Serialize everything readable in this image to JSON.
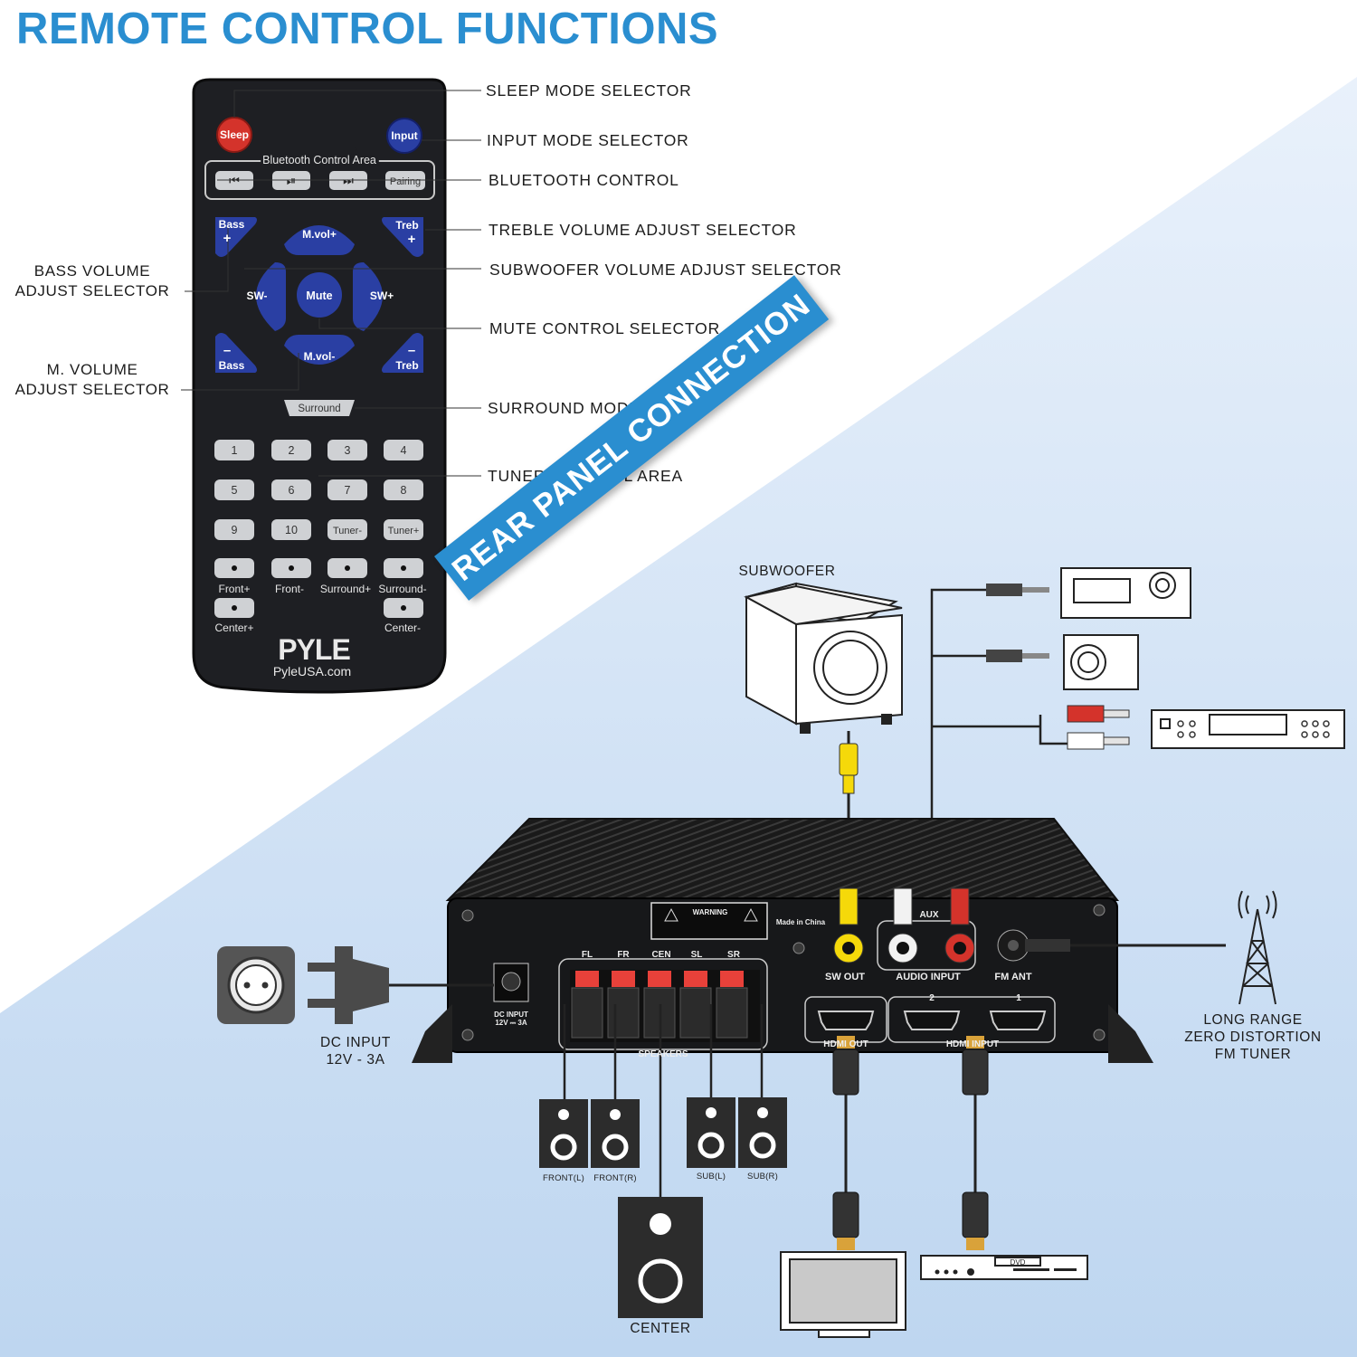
{
  "title": "REMOTE CONTROL FUNCTIONS",
  "banner": "REAR PANEL CONNECTION",
  "remote": {
    "sleep": "Sleep",
    "input": "Input",
    "bt_area": "Bluetooth Control Area",
    "pairing": "Pairing",
    "bass_plus": "Bass",
    "mvol_plus": "M.vol+",
    "treb_plus": "Treb",
    "sw_minus": "SW-",
    "mute": "Mute",
    "sw_plus": "SW+",
    "bass_minus": "Bass",
    "mvol_minus": "M.vol-",
    "treb_minus": "Treb",
    "surround": "Surround",
    "keys_row1": [
      "1",
      "2",
      "3",
      "4"
    ],
    "keys_row2": [
      "5",
      "6",
      "7",
      "8"
    ],
    "keys_row3": [
      "9",
      "10",
      "Tuner-",
      "Tuner+"
    ],
    "keys_row4_labels": [
      "Front+",
      "Front-",
      "Surround+",
      "Surround-"
    ],
    "keys_row5_labels": [
      "Center+",
      "Center-"
    ],
    "brand": "PYLE",
    "website": "PyleUSA.com"
  },
  "callouts": {
    "sleep": "SLEEP MODE SELECTOR",
    "input": "INPUT MODE SELECTOR",
    "bluetooth": "BLUETOOTH CONTROL",
    "treble": "TREBLE VOLUME ADJUST SELECTOR",
    "subwoofer": "SUBWOOFER VOLUME ADJUST SELECTOR",
    "mute": "MUTE CONTROL SELECTOR",
    "surround": "SURROUND MODE",
    "tuner": "TUNER CONTROL AREA",
    "bass_1": "BASS VOLUME",
    "bass_2": "ADJUST SELECTOR",
    "mvol_1": "M. VOLUME",
    "mvol_2": "ADJUST SELECTOR"
  },
  "rear": {
    "subwoofer": "SUBWOOFER",
    "dc_input_1": "DC INPUT",
    "dc_input_2": "12V - 3A",
    "fm_1": "LONG RANGE",
    "fm_2": "ZERO DISTORTION",
    "fm_3": "FM TUNER",
    "center": "CENTER",
    "front_l": "FRONT(L)",
    "front_r": "FRONT(R)",
    "sub_l": "SUB(L)",
    "sub_r": "SUB(R)",
    "panel_sw_out": "SW OUT",
    "panel_audio_input": "AUDIO INPUT",
    "panel_fm_ant": "FM ANT",
    "panel_aux": "AUX",
    "panel_speakers": "SPEAKERS",
    "panel_channels": [
      "FL",
      "FR",
      "CEN",
      "SL",
      "SR"
    ],
    "panel_warning": "WARNING",
    "panel_made_in": "Made in China",
    "panel_dc": "DC INPUT",
    "panel_dc_v": "12V ⎓ 3A",
    "panel_hdmi_out": "HDMI OUT",
    "panel_hdmi_input": "HDMI INPUT",
    "panel_hdmi_nums": [
      "2",
      "1"
    ],
    "dvd": "DVD"
  },
  "colors": {
    "accent": "#2a8ed0",
    "remote_body": "#1e1f23",
    "blue_button": "#2a3fa3",
    "red_button": "#d4332b",
    "background_gradient_end": "#bcd4ef"
  }
}
